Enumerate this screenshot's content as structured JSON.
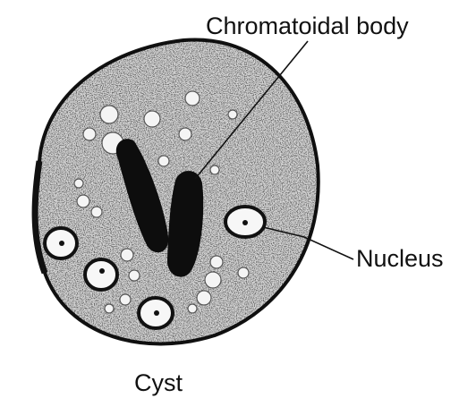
{
  "diagram": {
    "labels": {
      "chromatoidal_body": "Chromatoidal body",
      "nucleus": "Nucleus",
      "cyst": "Cyst"
    },
    "colors": {
      "ink": "#111111",
      "cytoplasm": "#d9d9d9",
      "background": "#ffffff"
    }
  }
}
